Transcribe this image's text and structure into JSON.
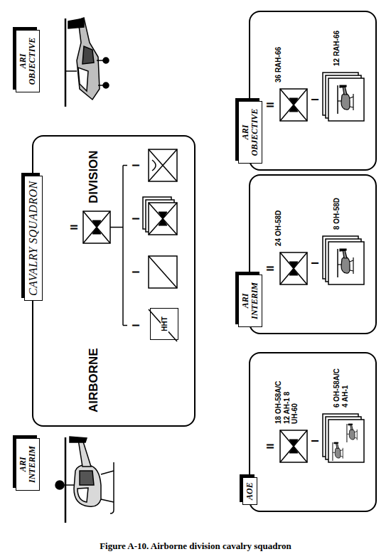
{
  "diagram": {
    "caption": "Figure A-10. Airborne division cavalry squadron",
    "nodes": [
      {
        "text": [
          "ARI INTERIM"
        ]
      },
      {
        "text": [
          "ARI OBJECTIVE"
        ]
      },
      {
        "text": [
          "AIRBORNE",
          "DIVISION"
        ]
      },
      {
        "text": [
          "CAVALRY SQUADRON"
        ],
        "in": 2
      },
      {
        "text": [
          "HHT"
        ],
        "in": 2
      },
      {
        "text": [
          "18 OH-58A/C 12 AH-1 8 UH-60",
          "6 OH-58A/C 4 AH-1"
        ]
      },
      {
        "text": [
          "AOE"
        ],
        "in": 5
      },
      {
        "text": [
          "24 OH-58D",
          "8 OH-58D"
        ]
      },
      {
        "text": [
          "ARI INTERIM"
        ],
        "in": 7
      },
      {
        "text": [
          "36 RAH-66",
          "12 RAH-66"
        ]
      },
      {
        "text": [
          "ARI OBJECTIVE"
        ],
        "in": 9
      }
    ],
    "labels": [
      "II",
      "I",
      "I",
      "I",
      "I",
      "II",
      "I",
      "II",
      "I",
      "II",
      "I"
    ]
  }
}
